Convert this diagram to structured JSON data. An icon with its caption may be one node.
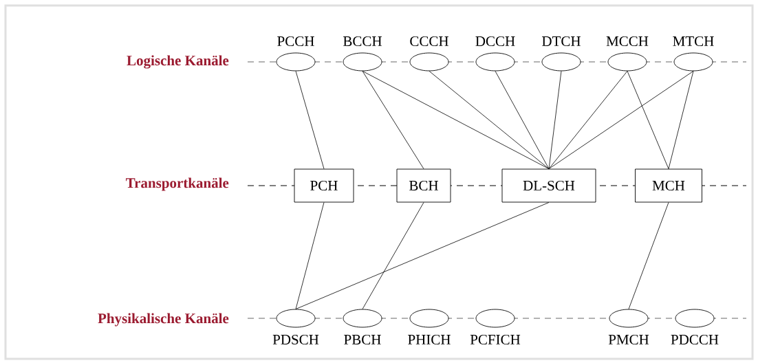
{
  "diagram": {
    "nodes": [
      {
        "text": [
          "PCCH"
        ]
      },
      {
        "text": [
          "BCCH"
        ]
      },
      {
        "text": [
          "CCCH"
        ]
      },
      {
        "text": [
          "DCCH"
        ]
      },
      {
        "text": [
          "DTCH"
        ]
      },
      {
        "text": [
          "MCCH"
        ]
      },
      {
        "text": [
          "MTCH"
        ]
      },
      {
        "text": [
          "PCH"
        ]
      },
      {
        "text": [
          "BCH"
        ]
      },
      {
        "text": [
          "DL-SCH"
        ]
      },
      {
        "text": [
          "MCH"
        ]
      },
      {
        "text": [
          "PDSCH"
        ]
      },
      {
        "text": [
          "PBCH"
        ]
      },
      {
        "text": [
          "PHICH"
        ]
      },
      {
        "text": [
          "PCFICH"
        ]
      },
      {
        "text": [
          "PMCH"
        ]
      },
      {
        "text": [
          "PDCCH"
        ]
      }
    ],
    "edges": [
      {
        "from": 0,
        "to": 7,
        "arrow": "none"
      },
      {
        "from": 1,
        "to": 8,
        "arrow": "none"
      },
      {
        "from": 1,
        "to": 9,
        "arrow": "none"
      },
      {
        "from": 2,
        "to": 9,
        "arrow": "none"
      },
      {
        "from": 3,
        "to": 9,
        "arrow": "none"
      },
      {
        "from": 4,
        "to": 9,
        "arrow": "none"
      },
      {
        "from": 5,
        "to": 9,
        "arrow": "none"
      },
      {
        "from": 6,
        "to": 9,
        "arrow": "none"
      },
      {
        "from": 5,
        "to": 10,
        "arrow": "none"
      },
      {
        "from": 6,
        "to": 10,
        "arrow": "none"
      },
      {
        "from": 7,
        "to": 11,
        "arrow": "none"
      },
      {
        "from": 8,
        "to": 12,
        "arrow": "none"
      },
      {
        "from": 9,
        "to": 11,
        "arrow": "none"
      },
      {
        "from": 10,
        "to": 15,
        "arrow": "none"
      }
    ],
    "labels": [
      "Logische Kanäle",
      "Transportkanäle",
      "Physikalische Kanäle"
    ]
  }
}
